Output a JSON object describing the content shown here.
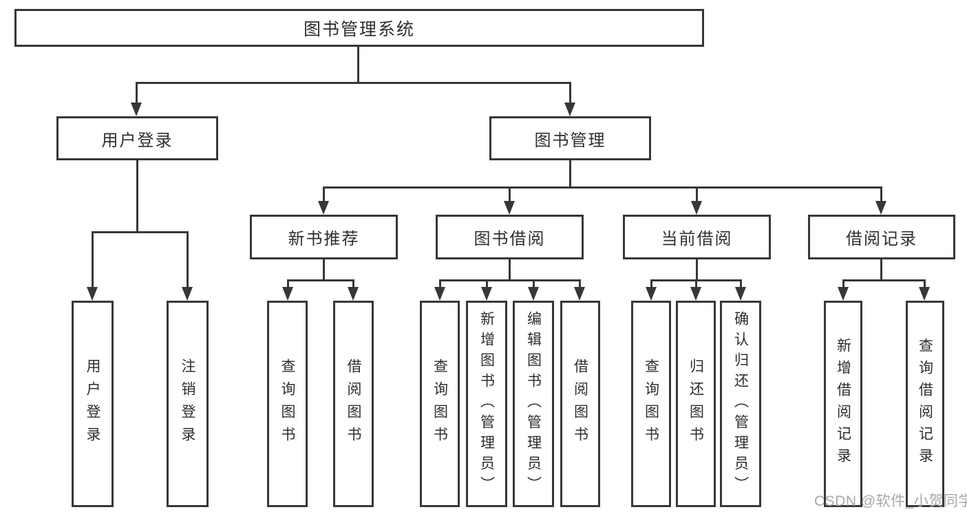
{
  "diagram": {
    "type": "hierarchy-tree",
    "root": {
      "label": "图书管理系统"
    },
    "branches": [
      {
        "label": "用户登录",
        "children": [
          {
            "label": "用户登录"
          },
          {
            "label": "注销登录"
          }
        ]
      },
      {
        "label": "图书管理",
        "children": [
          {
            "label": "新书推荐",
            "children": [
              {
                "label": "查询图书"
              },
              {
                "label": "借阅图书"
              }
            ]
          },
          {
            "label": "图书借阅",
            "children": [
              {
                "label": "查询图书"
              },
              {
                "label": "新增图书（管理员）"
              },
              {
                "label": "编辑图书（管理员）"
              },
              {
                "label": "借阅图书"
              }
            ]
          },
          {
            "label": "当前借阅",
            "children": [
              {
                "label": "查询图书"
              },
              {
                "label": "归还图书"
              },
              {
                "label": "确认归还（管理员）"
              }
            ]
          },
          {
            "label": "借阅记录",
            "children": [
              {
                "label": "新增借阅记录"
              },
              {
                "label": "查询借阅记录"
              }
            ]
          }
        ]
      }
    ],
    "colors": {
      "line": "#373737",
      "text": "#2e2e2e",
      "background": "#ffffff",
      "watermark": "#a8a8a8"
    },
    "watermark": {
      "text": "CSDN @软件_小贺同学"
    }
  }
}
